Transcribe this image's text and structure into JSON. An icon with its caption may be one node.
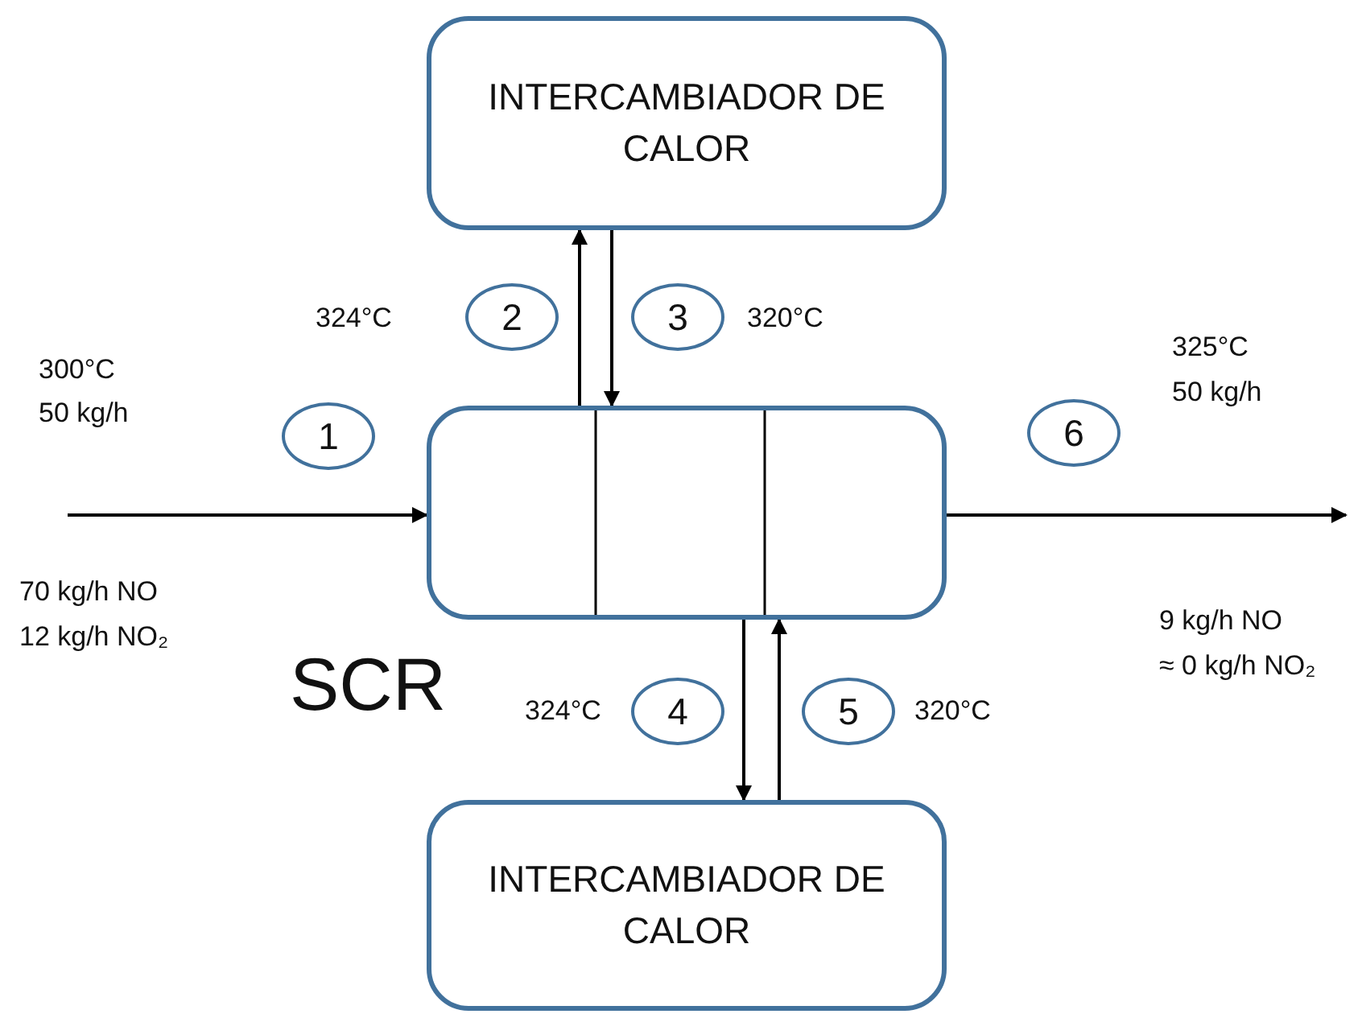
{
  "diagram": {
    "nodes": [
      {
        "text": [
          "INTERCAMBIADOR DE CALOR"
        ]
      },
      {
        "text": [
          "2"
        ]
      },
      {
        "text": [
          "3"
        ]
      },
      {
        "text": [
          "1"
        ]
      },
      {
        "text": [],
        "shape": "box",
        "beside": [
          "SCR"
        ]
      },
      {
        "text": [
          "6"
        ]
      },
      {
        "text": [
          "4"
        ]
      },
      {
        "text": [
          "5"
        ]
      },
      {
        "text": [
          "INTERCAMBIADOR DE CALOR"
        ]
      }
    ],
    "edges": [
      {
        "from": null,
        "to": 4,
        "arrow": "to"
      },
      {
        "from": 4,
        "to": null,
        "arrow": "to"
      },
      {
        "from": 4,
        "to": 0,
        "arrow": "to"
      },
      {
        "from": 0,
        "to": 4,
        "arrow": "to"
      },
      {
        "from": 4,
        "to": 8,
        "arrow": "to"
      },
      {
        "from": 8,
        "to": 4,
        "arrow": "to"
      }
    ],
    "labels": [
      "300°C",
      "50 kg/h",
      "324°C",
      "320°C",
      "325°C",
      "50 kg/h",
      "70 kg/h NO",
      "12 kg/h NO₂",
      "9 kg/h NO",
      "≈ 0 kg/h NO₂",
      "324°C",
      "320°C"
    ]
  }
}
